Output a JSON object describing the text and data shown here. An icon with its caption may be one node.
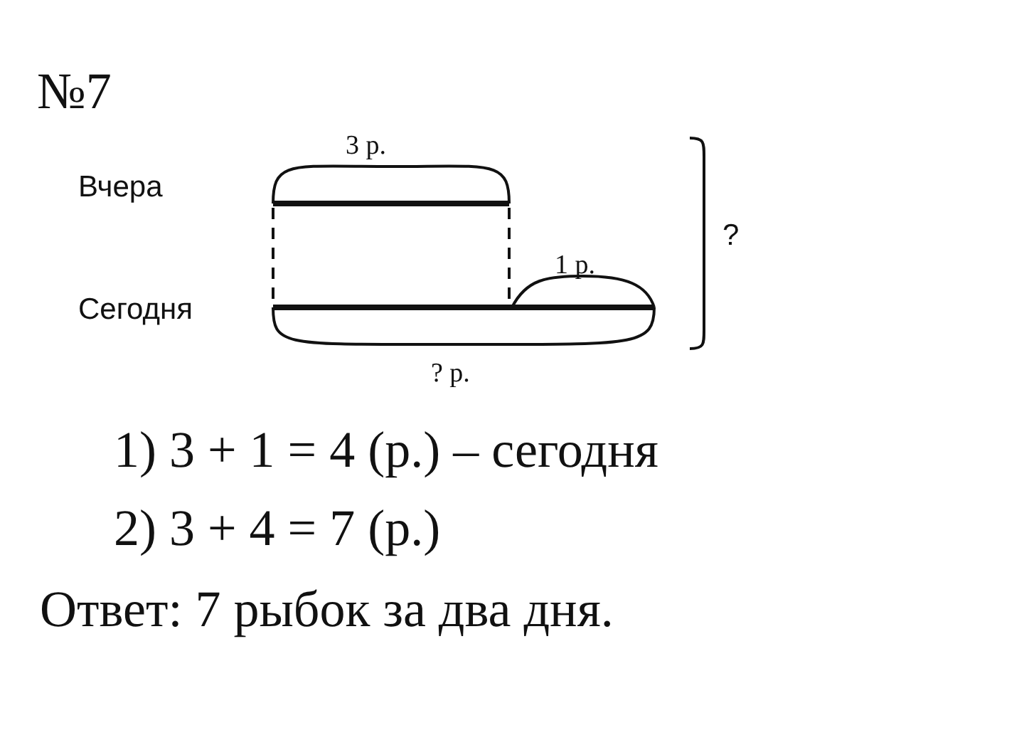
{
  "diagram": {
    "title": "№7",
    "labels": [
      "Вчера",
      "3 р.",
      "Сегодня",
      "1 р.",
      "?",
      "? р.",
      "1) 3 + 1 = 4 (р.) – сегодня",
      "2) 3 + 4 = 7 (р.)",
      "Ответ: 7 рыбок за два дня."
    ]
  }
}
